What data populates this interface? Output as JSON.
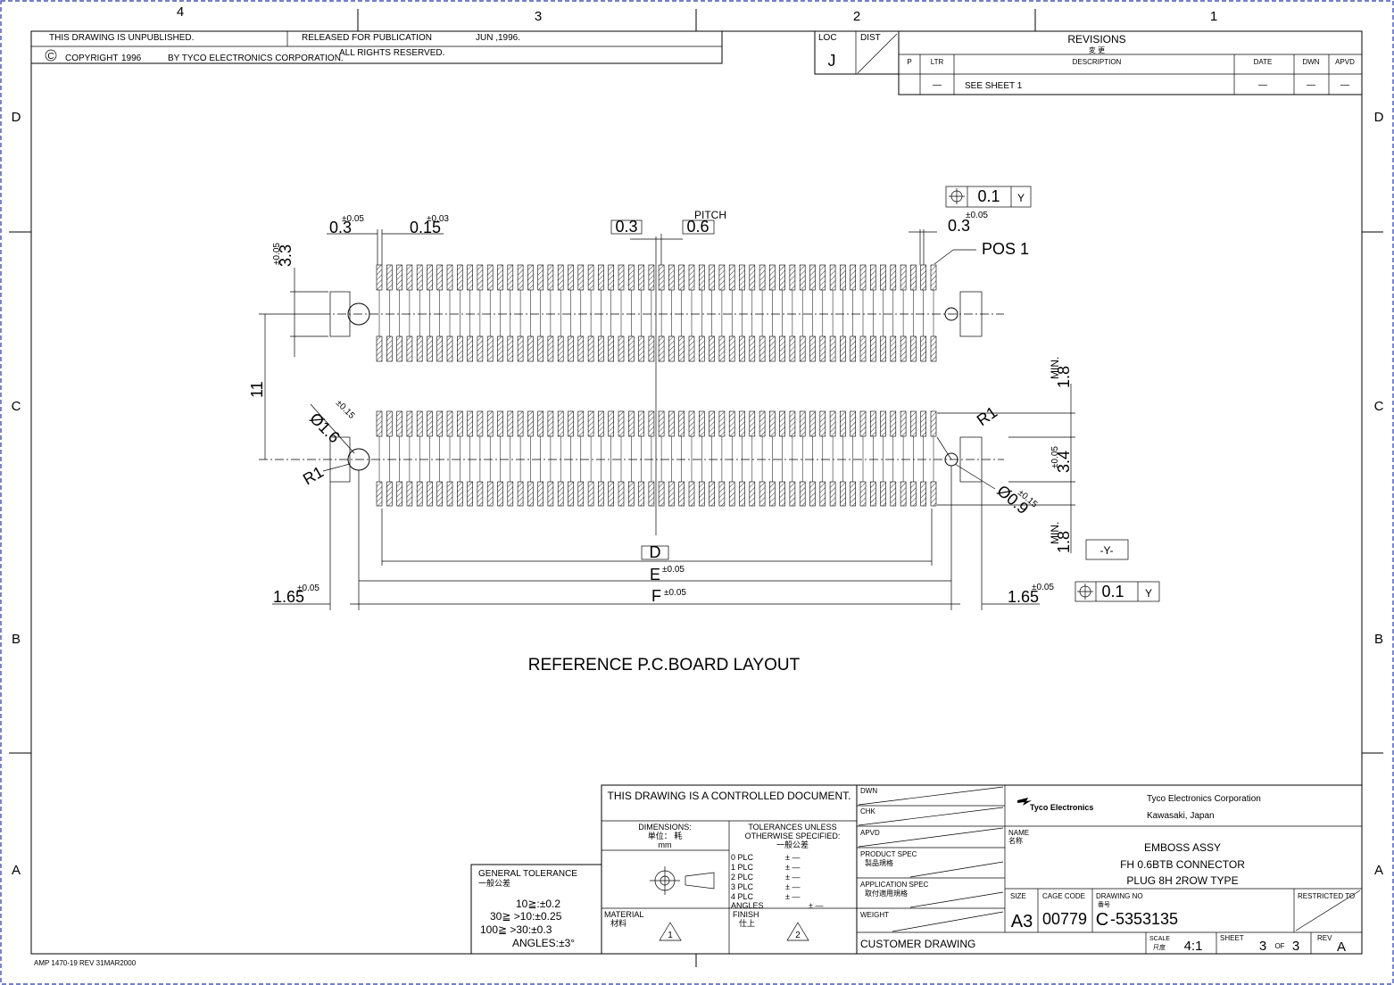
{
  "zones": {
    "top": [
      "4",
      "3",
      "2",
      "1"
    ],
    "side": [
      "D",
      "C",
      "B",
      "A"
    ]
  },
  "header": {
    "unpublished": "THIS DRAWING IS UNPUBLISHED.",
    "released": "RELEASED FOR PUBLICATION",
    "release_date": "JUN ,1996.",
    "copyright_symbol": "C",
    "copyright": "COPYRIGHT",
    "copyright_year": "1996",
    "copyright_by": "BY TYCO ELECTRONICS CORPORATION.",
    "rights": "ALL RIGHTS RESERVED.",
    "loc_label": "LOC",
    "loc_value": "J",
    "dist_label": "DIST"
  },
  "revisions": {
    "title": "REVISIONS",
    "title_jp": "変 更",
    "columns": [
      "P",
      "LTR",
      "DESCRIPTION",
      "DATE",
      "DWN",
      "APVD"
    ],
    "row": [
      "",
      "—",
      "SEE SHEET 1",
      "—",
      "—",
      "—"
    ]
  },
  "drawing": {
    "title": "REFERENCE P.C.BOARD LAYOUT",
    "tol_005": "±0.05",
    "tol_003": "±0.03",
    "tol_015": "±0.15",
    "dim_03": "0.3",
    "dim_015": "0.15",
    "dim_33": "3.3",
    "pitch_label": "PITCH",
    "dim_06": "0.6",
    "dim_11": "11",
    "dim_16": "Ø1.6",
    "dim_09": "Ø0.9",
    "dim_r1": "R1",
    "dim_18": "1.8",
    "min_label": "MIN.",
    "dim_34": "3.4",
    "dim_165": "1.65",
    "dim_d": "D",
    "dim_e": "E",
    "dim_f": "F",
    "pos1": "POS 1",
    "datum_y": "-Y-",
    "fcf_value": "0.1",
    "fcf_datum": "Y",
    "position_icon": "position-tolerance-icon",
    "pad_columns_per_row": 56
  },
  "title_block": {
    "controlled": "THIS DRAWING IS A CONTROLLED DOCUMENT.",
    "dimensions": "DIMENSIONS:",
    "dimensions_jp": "単位： 耗",
    "dimensions_unit": "mm",
    "tolerances": "TOLERANCES UNLESS",
    "otherwise": "OTHERWISE SPECIFIED:",
    "tolerances_jp": "一般公差",
    "plc": [
      "0 PLC",
      "1 PLC",
      "2 PLC",
      "3 PLC",
      "4 PLC",
      "ANGLES"
    ],
    "plc_val": [
      "± —",
      "± —",
      "± —",
      "± —",
      "± —",
      "± —"
    ],
    "general_tolerance": "GENERAL TOLERANCE",
    "general_tolerance_jp": "一般公差",
    "gt_rows": [
      "10≧:±0.2",
      "30≧ >10:±0.25",
      "100≧ >30:±0.3",
      "ANGLES:±3°"
    ],
    "material": "MATERIAL",
    "material_jp": "材料",
    "finish": "FINISH",
    "finish_jp": "仕上",
    "material_mark": "1",
    "finish_mark": "2",
    "dwn": "DWN",
    "chk": "CHK",
    "apvd": "APVD",
    "product_spec": "PRODUCT SPEC",
    "product_spec_jp": "製品規格",
    "application_spec": "APPLICATION SPEC",
    "application_spec_jp": "取付適用規格",
    "weight": "WEIGHT",
    "company_logo": "Tyco Electronics",
    "company": "Tyco Electronics Corporation",
    "location": "Kawasaki, Japan",
    "name_label": "NAME",
    "name_jp": "名称",
    "name_lines": [
      "EMBOSS ASSY",
      "FH 0.6BTB CONNECTOR",
      "PLUG 8H 2ROW TYPE"
    ],
    "size_label": "SIZE",
    "size": "A3",
    "cage_label": "CAGE CODE",
    "cage": "00779",
    "dwg_label": "DRAWING NO",
    "dwg_jp": "番号",
    "dwg_prefix": "C",
    "dwg_no": "-5353135",
    "restricted": "RESTRICTED TO",
    "customer": "CUSTOMER DRAWING",
    "scale_label": "SCALE",
    "scale_jp": "尺度",
    "scale": "4:1",
    "sheet_label": "SHEET",
    "sheet": "3",
    "of": "OF",
    "sheets": "3",
    "rev_label": "REV",
    "rev": "A"
  },
  "footer": "AMP 1470-19 REV 31MAR2000"
}
